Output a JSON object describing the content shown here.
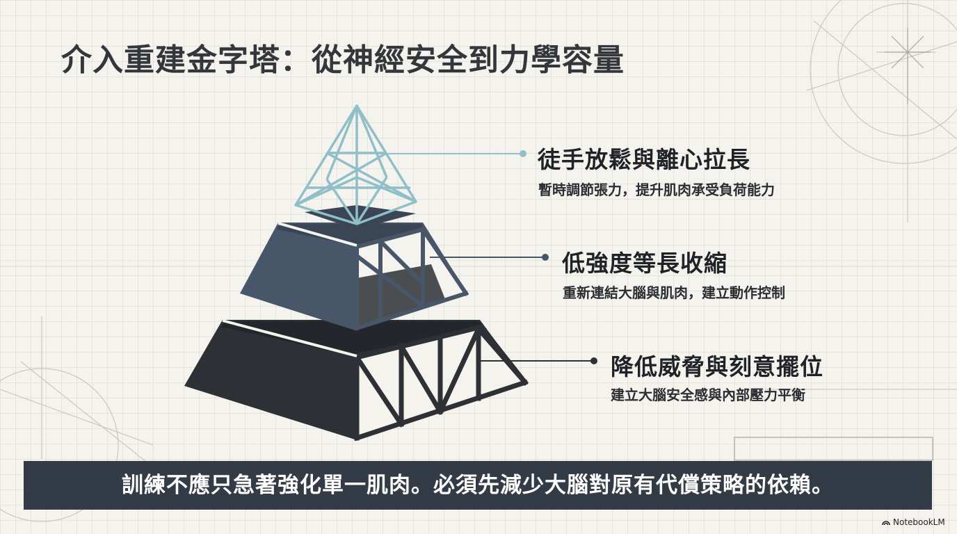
{
  "title": "介入重建金字塔：從神經安全到力學容量",
  "levels": [
    {
      "title": "徒手放鬆與離心拉長",
      "subtitle": "暫時調節張力，提升肌肉承受負荷能力"
    },
    {
      "title": "低強度等長收縮",
      "subtitle": "重新連結大腦與肌肉，建立動作控制"
    },
    {
      "title": "降低威脅與刻意擺位",
      "subtitle": "建立大腦安全感與內部壓力平衡"
    }
  ],
  "banner": "訓練不應只急著強化單一肌肉。必須先減少大腦對原有代償策略的依賴。",
  "brand": "NotebookLM",
  "colors": {
    "top_tier_stroke": "#8fbfc7",
    "middle_tier": "#48566a",
    "bottom_tier": "#2d3034",
    "banner": "#323b46",
    "background": "#f4f3ee"
  }
}
